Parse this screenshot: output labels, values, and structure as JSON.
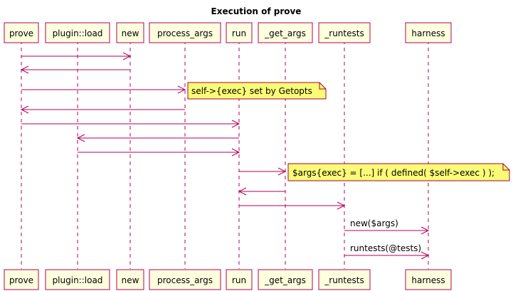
{
  "title": "Execution of prove",
  "participants": [
    "prove",
    "plugin::load",
    "new",
    "process_args",
    "run",
    "_get_args",
    "_runtests",
    "harness"
  ],
  "messages": [
    {
      "from": "prove",
      "to": "new",
      "label": ""
    },
    {
      "from": "new",
      "to": "prove",
      "label": ""
    },
    {
      "from": "prove",
      "to": "process_args",
      "label": ""
    },
    {
      "from": "process_args",
      "to": "prove",
      "label": ""
    },
    {
      "from": "prove",
      "to": "run",
      "label": ""
    },
    {
      "from": "run",
      "to": "plugin::load",
      "label": ""
    },
    {
      "from": "plugin::load",
      "to": "run",
      "label": ""
    },
    {
      "from": "run",
      "to": "_get_args",
      "label": ""
    },
    {
      "from": "_get_args",
      "to": "run",
      "label": ""
    },
    {
      "from": "run",
      "to": "_runtests",
      "label": ""
    },
    {
      "from": "_runtests",
      "to": "harness",
      "label": "new($args)"
    },
    {
      "from": "_runtests",
      "to": "harness",
      "label": "runtests(@tests)"
    }
  ],
  "notes": [
    {
      "anchor": "process_args",
      "text": "self->{exec} set by Getopts"
    },
    {
      "anchor": "_get_args",
      "text": "$args{exec} = [...] if ( defined( $self->exec ) );"
    }
  ],
  "colors": {
    "line": "#b3005a",
    "participant_fill": "#feffde",
    "note_fill": "#fbfb77"
  }
}
